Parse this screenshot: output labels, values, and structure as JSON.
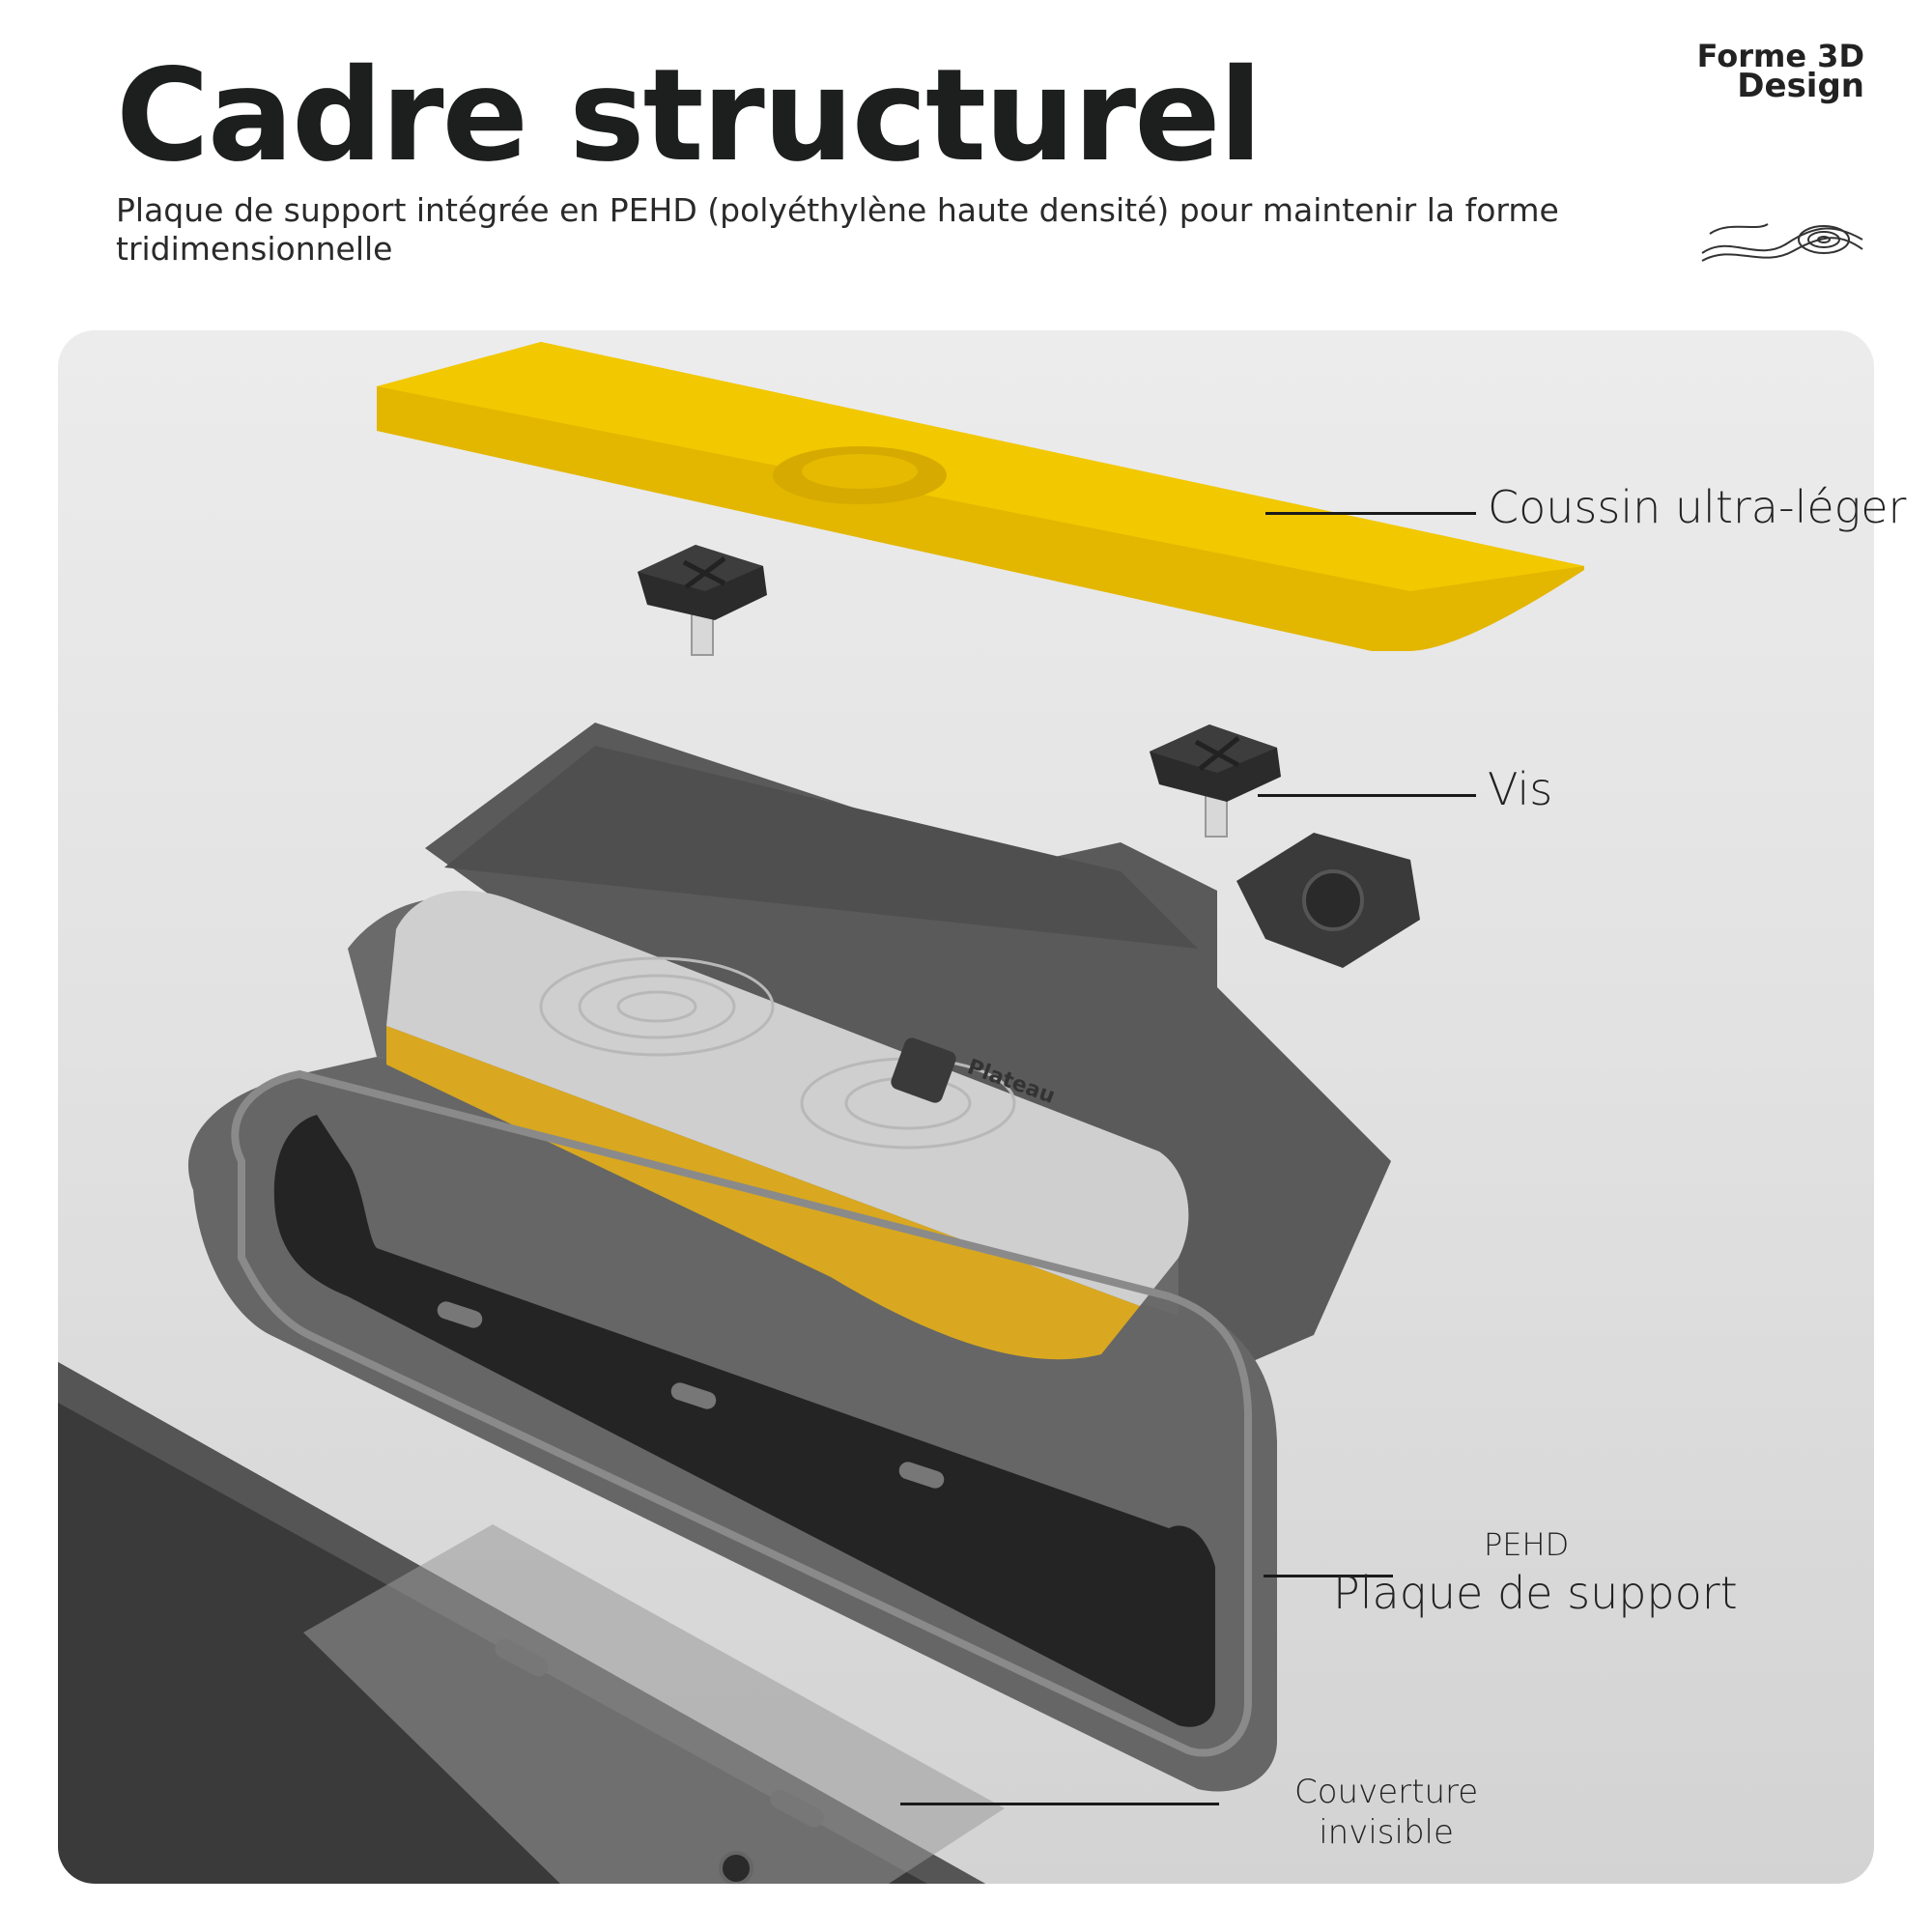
{
  "header": {
    "title": "Cadre structurel",
    "subtitle": "Plaque de support intégrée en PEHD (polyéthylène haute densité) pour maintenir la forme tridimensionnelle"
  },
  "brand": {
    "line1": "Forme 3D",
    "line2": "Design"
  },
  "product": {
    "label_text": "Plateau"
  },
  "callouts": {
    "cushion": "Coussin ultra-léger",
    "screws": "Vis",
    "plate_material": "PEHD",
    "plate": "Plaque de support",
    "cover_line1": "Couverture",
    "cover_line2": "invisible"
  },
  "colors": {
    "accent_yellow": "#e8b800",
    "frame_grey": "#5f5f5f",
    "felt_black": "#222222",
    "panel_bg": "#e4e4e4"
  }
}
